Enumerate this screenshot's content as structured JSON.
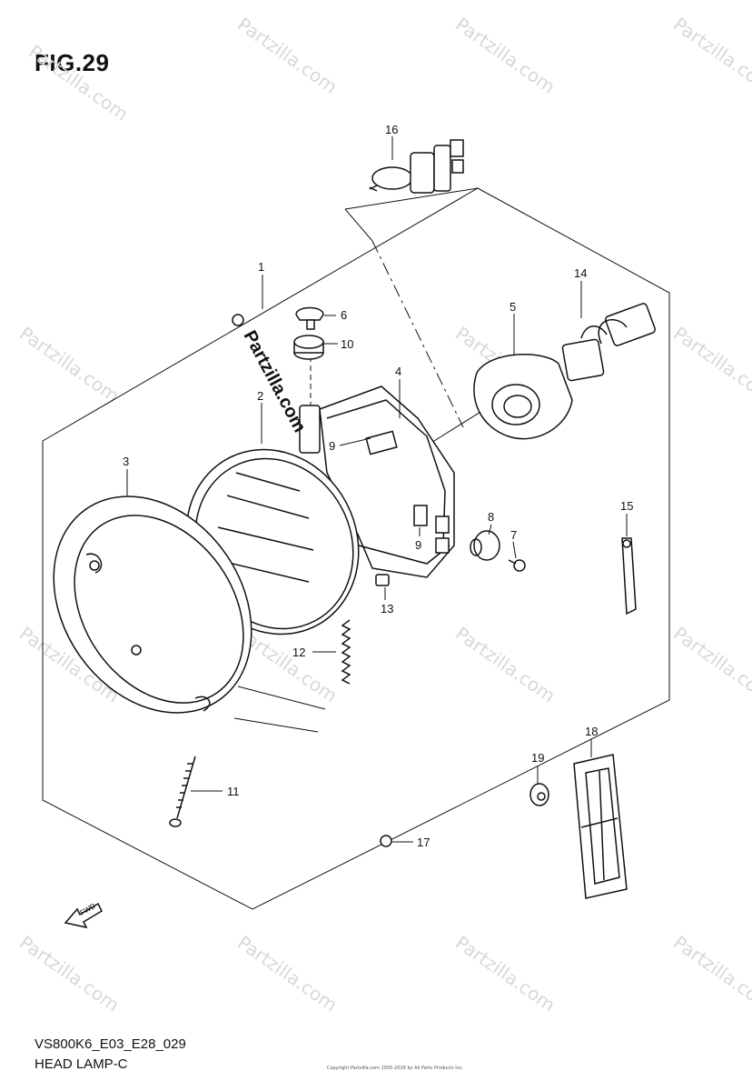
{
  "figure": {
    "title": "FIG.29",
    "code": "VS800K6_E03_E28_029",
    "name": "HEAD LAMP-C",
    "copyright": "Copyright Partzilla.com 2005-2018 by All Parts Products Inc.",
    "brand_overlay": "Partzilla.com",
    "watermark": "Partzilla.com"
  },
  "callouts": [
    {
      "id": "1",
      "label": "1"
    },
    {
      "id": "2",
      "label": "2"
    },
    {
      "id": "3",
      "label": "3"
    },
    {
      "id": "4",
      "label": "4"
    },
    {
      "id": "5",
      "label": "5"
    },
    {
      "id": "6",
      "label": "6"
    },
    {
      "id": "7",
      "label": "7"
    },
    {
      "id": "8",
      "label": "8"
    },
    {
      "id": "9a",
      "label": "9"
    },
    {
      "id": "9b",
      "label": "9"
    },
    {
      "id": "10",
      "label": "10"
    },
    {
      "id": "11",
      "label": "11"
    },
    {
      "id": "12",
      "label": "12"
    },
    {
      "id": "13",
      "label": "13"
    },
    {
      "id": "14",
      "label": "14"
    },
    {
      "id": "15",
      "label": "15"
    },
    {
      "id": "16",
      "label": "16"
    },
    {
      "id": "17",
      "label": "17"
    },
    {
      "id": "18",
      "label": "18"
    },
    {
      "id": "19",
      "label": "19"
    }
  ],
  "fwd_arrow": {
    "label": "FWD"
  }
}
